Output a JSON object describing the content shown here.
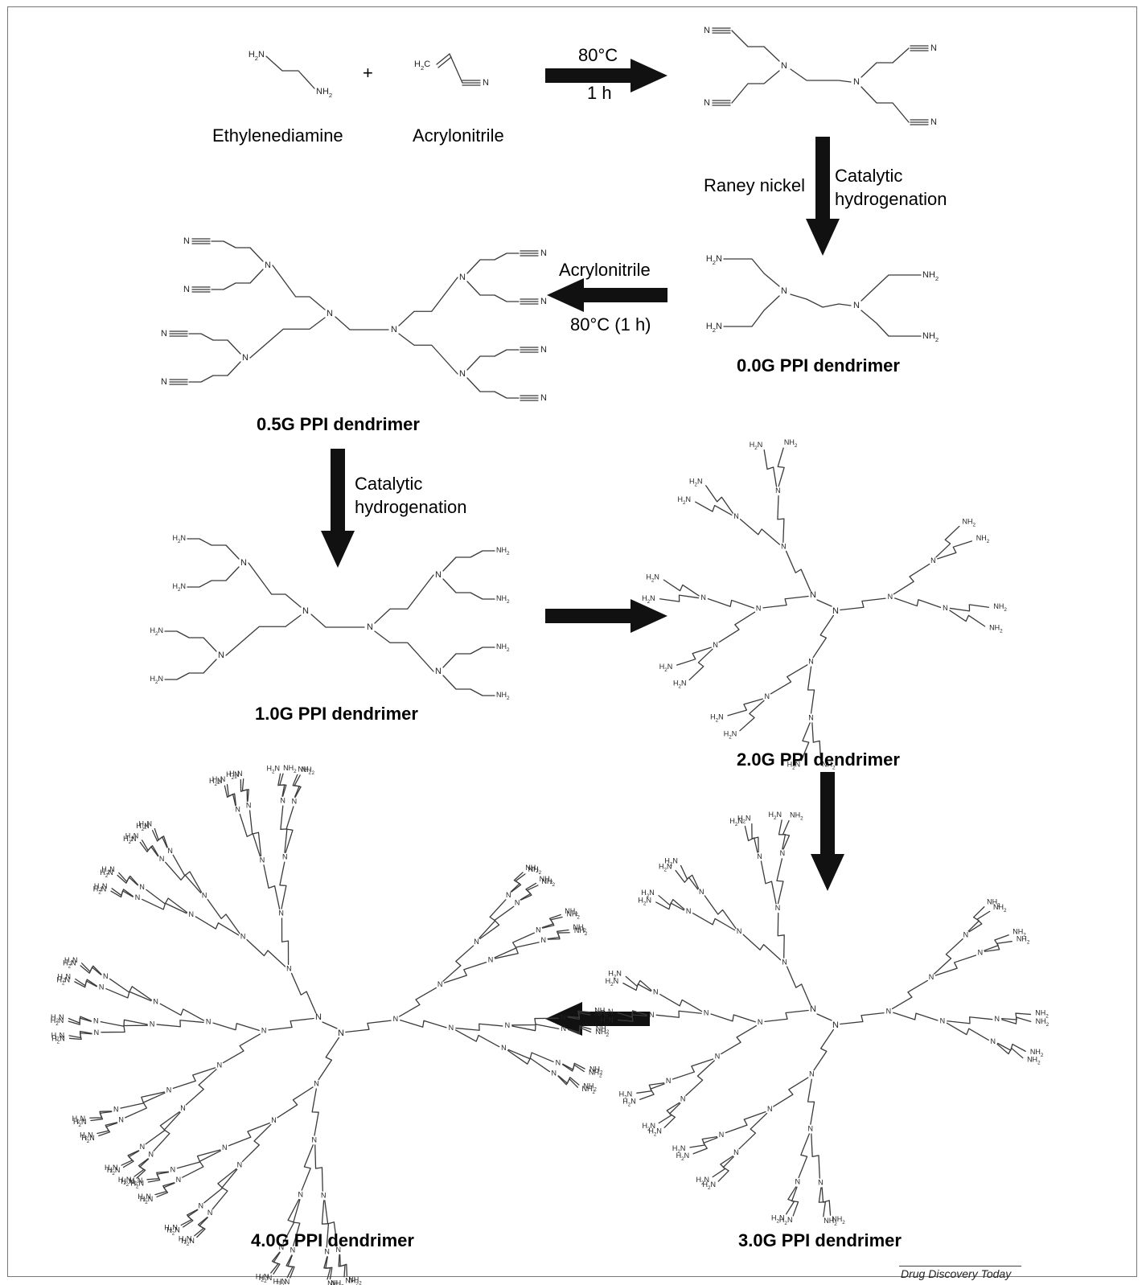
{
  "reagents": {
    "ethylenediamine": "Ethylenediamine",
    "plus": "+",
    "acrylonitrile": "Acrylonitrile"
  },
  "step1": {
    "temp": "80°C",
    "time": "1 h"
  },
  "step2": {
    "catalyst": "Raney nickel",
    "process_line1": "Catalytic",
    "process_line2": "hydrogenation"
  },
  "step3": {
    "reagent": "Acrylonitrile",
    "conditions": "80°C (1 h)"
  },
  "step4": {
    "process_line1": "Catalytic",
    "process_line2": "hydrogenation"
  },
  "products": {
    "g00": "0.0G PPI dendrimer",
    "g05": "0.5G PPI dendrimer",
    "g10": "1.0G PPI dendrimer",
    "g20": "2.0G PPI dendrimer",
    "g30": "3.0G PPI dendrimer",
    "g40": "4.0G PPI dendrimer"
  },
  "atoms": {
    "n": "N",
    "nh2": "NH2",
    "h2n": "H2N",
    "h2c": "H2C",
    "cn": "N"
  },
  "source": "Drug Discovery Today"
}
